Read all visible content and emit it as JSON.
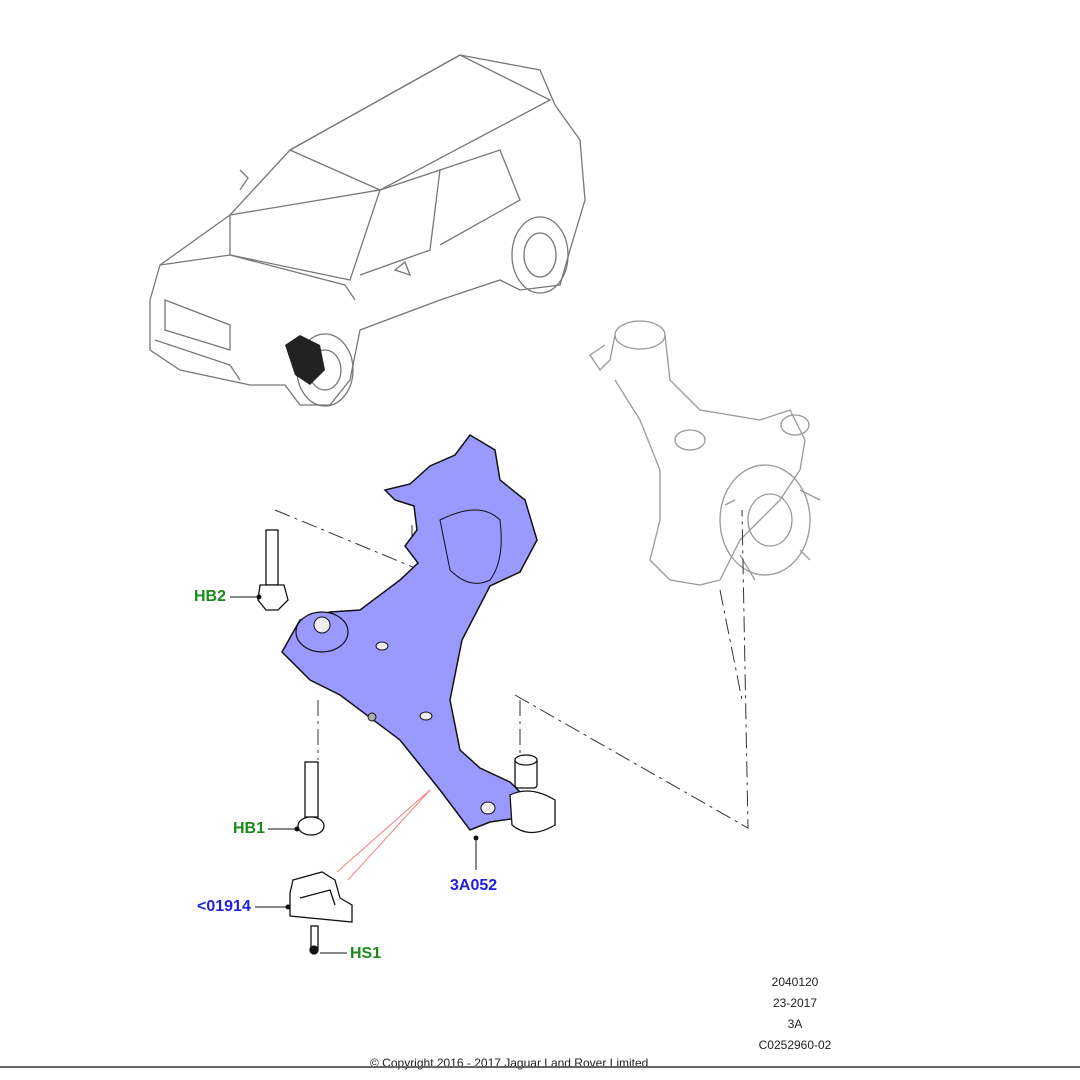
{
  "callouts": {
    "hb2": "HB2",
    "hb1": "HB1",
    "part_01914": "<01914",
    "hs1": "HS1",
    "part_3a052": "3A052"
  },
  "meta": {
    "line1": "2040120",
    "line2": "23-2017",
    "line3": "3A",
    "line4": "C0252960-02"
  },
  "copyright": "© Copyright 2016 - 2017 Jaguar Land Rover Limited",
  "colors": {
    "highlight": "#9999ff",
    "callout_green": "#1a8a1a",
    "callout_blue": "#2020e0"
  }
}
